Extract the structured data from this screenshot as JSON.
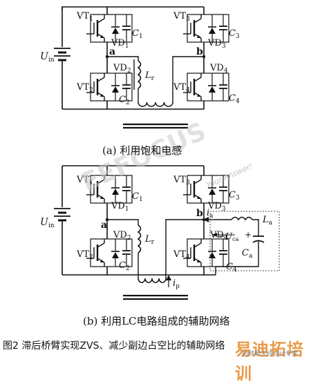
{
  "captions": {
    "a": "(a)  利用饱和电感",
    "b": "(b)  利用LC电路组成的辅助网络",
    "figure": "图2  滞后桥臂实现ZVS、减少副边占空比的辅助网络"
  },
  "circuit_a": {
    "source": {
      "main": "U",
      "sub": "in"
    },
    "vt1": {
      "main": "VT",
      "sub": "1"
    },
    "vd1": {
      "main": "VD",
      "sub": "1"
    },
    "c1": {
      "main": "C",
      "sub": "1"
    },
    "vt2": {
      "main": "VT",
      "sub": "2"
    },
    "vd2": {
      "main": "VD",
      "sub": "2"
    },
    "c2": {
      "main": "C",
      "sub": "2"
    },
    "vt3": {
      "main": "VT",
      "sub": "3"
    },
    "vd3": {
      "main": "VD",
      "sub": "3"
    },
    "c3": {
      "main": "C",
      "sub": "3"
    },
    "vt4": {
      "main": "VT",
      "sub": "4"
    },
    "vd4": {
      "main": "VD",
      "sub": "4"
    },
    "c4": {
      "main": "C",
      "sub": "4"
    },
    "lr": {
      "main": "L",
      "sub": "r"
    },
    "node_a": "a",
    "node_b": "b"
  },
  "circuit_b": {
    "source": {
      "main": "U",
      "sub": "in"
    },
    "vt1": {
      "main": "VT",
      "sub": "1"
    },
    "vd1": {
      "main": "VD",
      "sub": "1"
    },
    "c1": {
      "main": "C",
      "sub": "1"
    },
    "vt2": {
      "main": "VT",
      "sub": "2"
    },
    "vd2": {
      "main": "VD",
      "sub": "2"
    },
    "c2": {
      "main": "C",
      "sub": "2"
    },
    "vt3": {
      "main": "VT",
      "sub": "3"
    },
    "vd3": {
      "main": "VD",
      "sub": "3"
    },
    "c3": {
      "main": "C",
      "sub": "3"
    },
    "vt4": {
      "main": "VT",
      "sub": "4"
    },
    "vd4": {
      "main": "VD",
      "sub": "4"
    },
    "c4": {
      "main": "C",
      "sub": "4"
    },
    "lr": {
      "main": "L",
      "sub": "r"
    },
    "la": {
      "main": "L",
      "sub": "a"
    },
    "ca": {
      "main": "C",
      "sub": "a"
    },
    "ia": {
      "main": "i",
      "sub": "a"
    },
    "ua": {
      "main": "U",
      "sub": "ca"
    },
    "ip": {
      "main": "i",
      "sub": "p"
    },
    "plus": "+",
    "minus": "−",
    "node_a": "a",
    "node_b": "b"
  },
  "watermarks": {
    "center": "EEFOCUS",
    "sub": "Your Answer!",
    "logo": "易迪拓培训",
    "url": "射频和天线设计专家"
  }
}
